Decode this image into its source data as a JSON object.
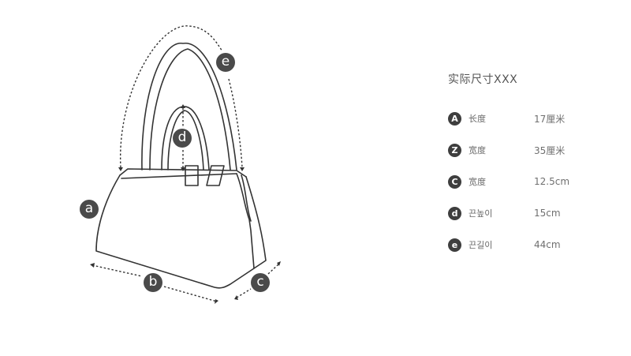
{
  "diagram": {
    "markers": [
      {
        "letter": "a",
        "meaning": "height"
      },
      {
        "letter": "b",
        "meaning": "length"
      },
      {
        "letter": "c",
        "meaning": "width"
      },
      {
        "letter": "d",
        "meaning": "handle-drop"
      },
      {
        "letter": "e",
        "meaning": "strap-length"
      }
    ],
    "colors": {
      "stroke": "#333333",
      "marker_bg": "#4a4a4a",
      "marker_fg": "#ffffff"
    }
  },
  "spec": {
    "title": "实际尺寸XXX",
    "rows": [
      {
        "badge": "A",
        "label": "长度",
        "value": "17厘米"
      },
      {
        "badge": "Z",
        "label": "宽度",
        "value": "35厘米"
      },
      {
        "badge": "C",
        "label": "宽度",
        "value": "12.5cm"
      },
      {
        "badge": "d",
        "label": "끈높이",
        "value": "15cm"
      },
      {
        "badge": "e",
        "label": "끈길이",
        "value": "44cm"
      }
    ]
  }
}
